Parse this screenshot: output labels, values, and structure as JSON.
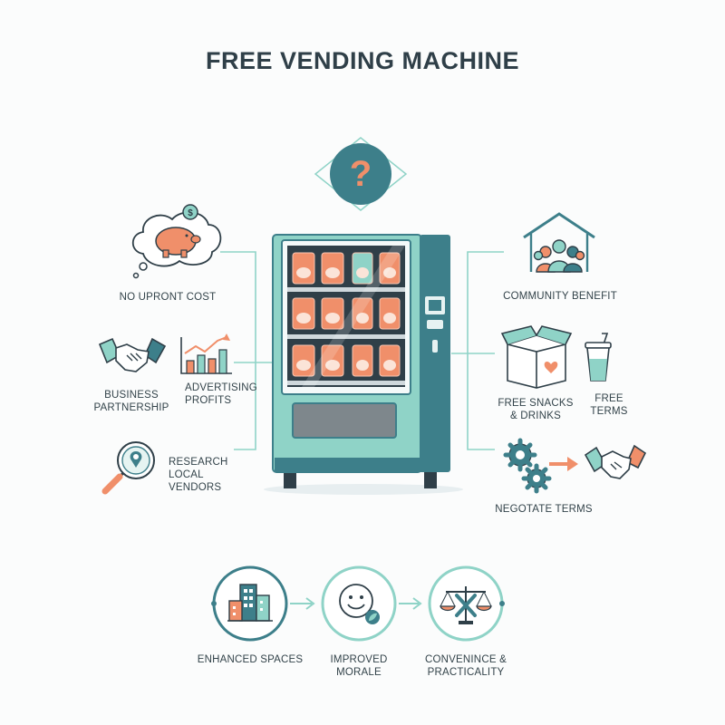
{
  "title": "FREE VENDING MACHINE",
  "question_mark": "?",
  "left": {
    "no_upfront_cost": "NO UPRONT COST",
    "business_partnership": [
      "BUSINESS",
      "PARTNERSHIP"
    ],
    "advertising_profits": [
      "ADVERTISING",
      "PROFITS"
    ],
    "research_vendors": [
      "RESEARCH",
      "LOCAL",
      "VENDORS"
    ]
  },
  "right": {
    "community_benefit": "COMMUNITY BENEFIT",
    "free_snacks": [
      "FREE SNACKS",
      "& DRINKS"
    ],
    "free_terms": [
      "FREE",
      "TERMS"
    ],
    "negotiate_terms": "NEGOTATE TERMS"
  },
  "bottom": {
    "enhanced_spaces": "ENHANCED SPACES",
    "improved_morale": [
      "IMPROVED",
      "MORALE"
    ],
    "convenience": [
      "CONVENINCE &",
      "PRACTICALITY"
    ]
  },
  "colors": {
    "teal_dark": "#3d7f8a",
    "teal_light": "#8fd3c7",
    "coral": "#f08f6a",
    "navy": "#2f3f48"
  }
}
